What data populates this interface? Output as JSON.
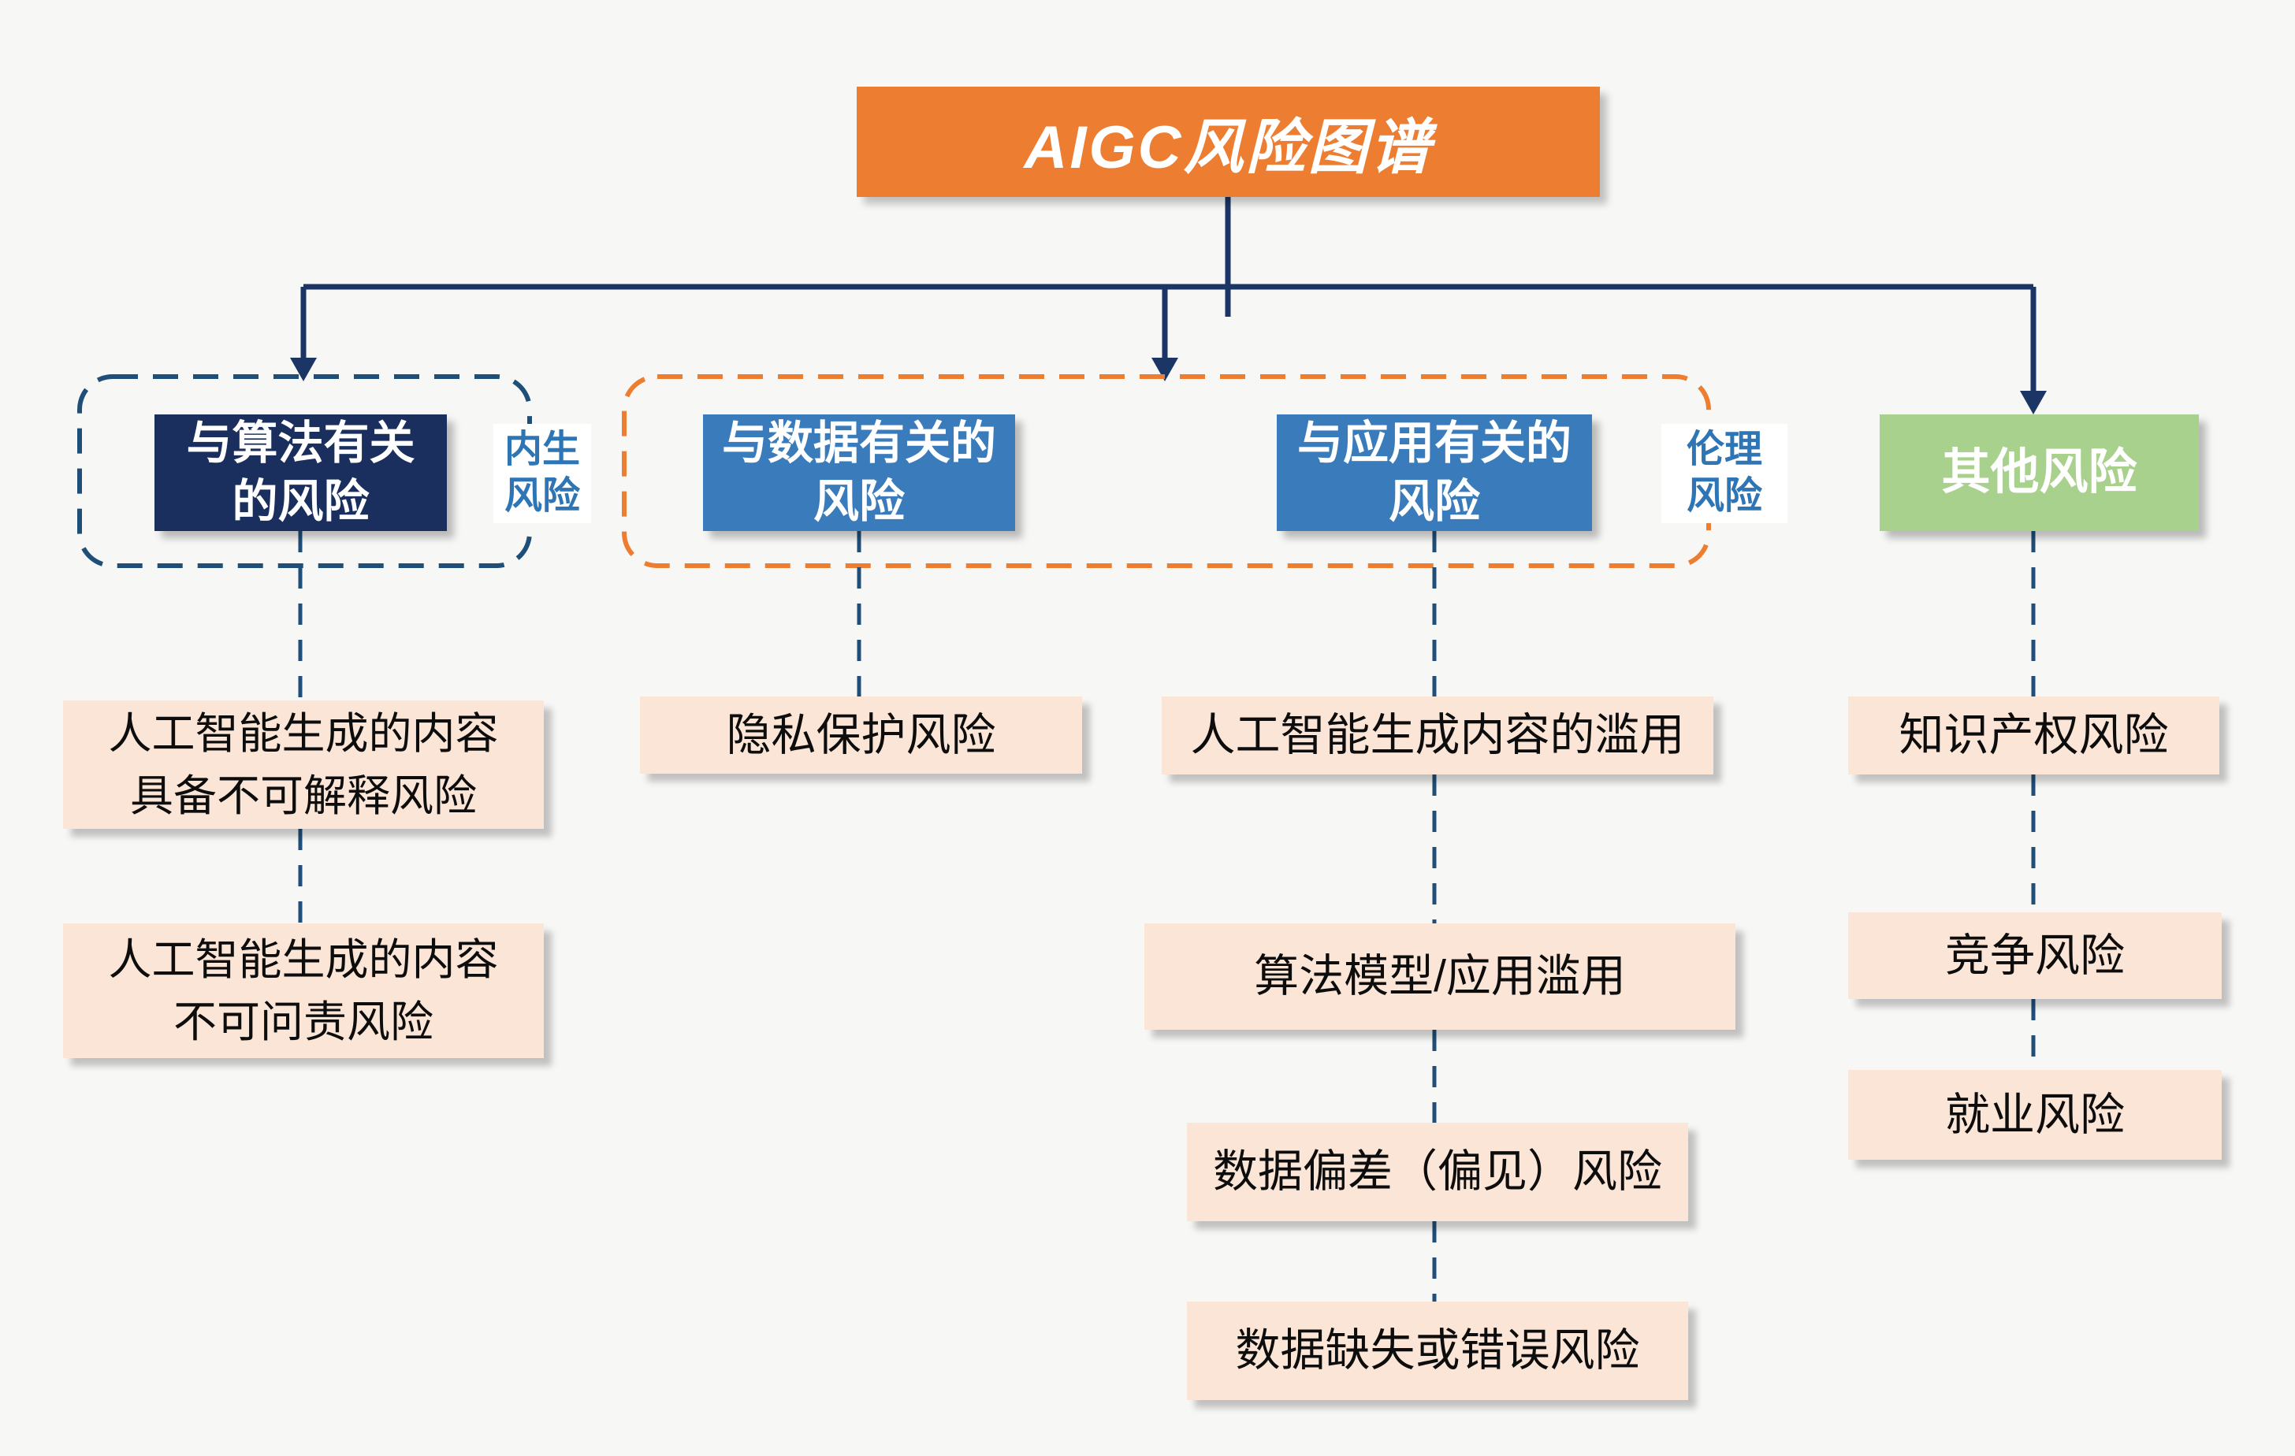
{
  "palette": {
    "background": "#F7F7F6",
    "title_orange": "#ED7D31",
    "navy_box": "#1B2F5E",
    "blue_box": "#3A7CBB",
    "green_box": "#A9D18E",
    "peach_box": "#FBE5D6",
    "solid_connector": "#1B3665",
    "dashed_connector": "#1F4E79",
    "dashed_group_navy": "#1F4E79",
    "dashed_group_orange": "#ED7D31",
    "label_text_blue": "#2E75B6",
    "risk_text": "#0D0D0D"
  },
  "title": {
    "text": "AIGC风险图谱"
  },
  "categories": {
    "algorithm": {
      "line1": "与算法有关",
      "line2": "的风险"
    },
    "data": {
      "line1": "与数据有关的",
      "line2": "风险"
    },
    "application": {
      "line1": "与应用有关的",
      "line2": "风险"
    },
    "other": {
      "line1": "其他风险"
    }
  },
  "group_labels": {
    "endogenous": {
      "line1": "内生",
      "line2": "风险"
    },
    "ethics": {
      "line1": "伦理",
      "line2": "风险"
    }
  },
  "risks": {
    "algorithm": [
      {
        "line1": "人工智能生成的内容",
        "line2": "具备不可解释风险"
      },
      {
        "line1": "人工智能生成的内容",
        "line2": "不可问责风险"
      }
    ],
    "data": [
      {
        "line1": "隐私保护风险"
      }
    ],
    "application": [
      {
        "line1": "人工智能生成内容的滥用"
      },
      {
        "line1": "算法模型/应用滥用"
      },
      {
        "line1": "数据偏差（偏见）风险"
      },
      {
        "line1": "数据缺失或错误风险"
      }
    ],
    "other": [
      {
        "line1": "知识产权风险"
      },
      {
        "line1": "竞争风险"
      },
      {
        "line1": "就业风险"
      }
    ]
  }
}
